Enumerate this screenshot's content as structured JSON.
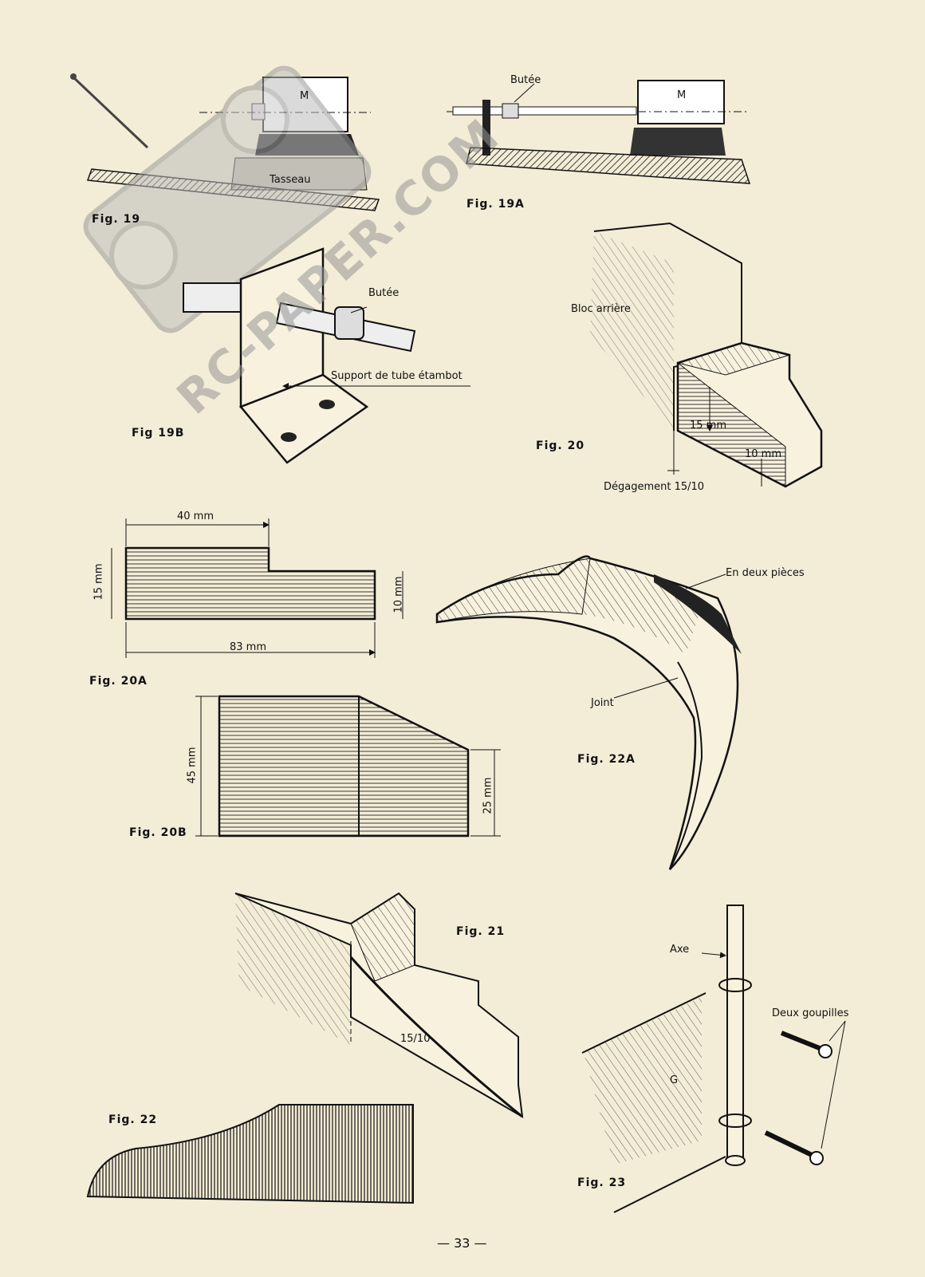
{
  "watermark": "RC-PAPER.COM",
  "page_number": "— 33 —",
  "figures": {
    "fig19": {
      "caption": "Fig. 19",
      "motor": "M",
      "block": "Tasseau"
    },
    "fig19a": {
      "caption": "Fig. 19A",
      "stop": "Butée",
      "motor": "M"
    },
    "fig19b": {
      "caption": "Fig 19B",
      "stop": "Butée",
      "support": "Support de tube étambot"
    },
    "fig20": {
      "caption": "Fig. 20",
      "block": "Bloc arrière",
      "dim1": "15 mm",
      "dim2": "10 mm",
      "clearance": "Dégagement 15/10"
    },
    "fig20a": {
      "caption": "Fig. 20A",
      "width_top": "40 mm",
      "width_total": "83 mm",
      "h_left": "15 mm",
      "h_right": "10 mm"
    },
    "fig20b": {
      "caption": "Fig. 20B",
      "h_left": "45 mm",
      "h_right": "25 mm"
    },
    "fig21": {
      "caption": "Fig. 21",
      "dim": "15/10"
    },
    "fig22": {
      "caption": "Fig. 22"
    },
    "fig22a": {
      "caption": "Fig. 22A",
      "note": "En deux pièces",
      "joint": "Joint"
    },
    "fig23": {
      "caption": "Fig. 23",
      "axis": "Axe",
      "pins": "Deux goupilles",
      "rudder": "G"
    }
  }
}
